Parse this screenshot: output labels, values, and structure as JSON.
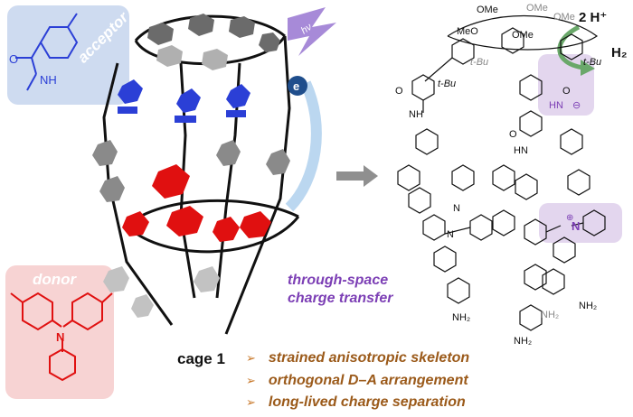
{
  "labels": {
    "acceptor": "acceptor",
    "donor": "donor",
    "cage": "cage 1",
    "hv": "hν",
    "electron": "e",
    "charge_transfer_line1": "through-space",
    "charge_transfer_line2": "charge transfer",
    "protons": "2 H⁺",
    "hydrogen": "H₂"
  },
  "acceptor_structure": {
    "nh": "NH",
    "o": "O"
  },
  "product_structure": {
    "ome_1": "OMe",
    "ome_2": "OMe",
    "ome_3": "OMe",
    "ome_4": "OMe",
    "meo": "MeO",
    "tbu_1": "t-Bu",
    "tbu_2": "t-Bu",
    "tbu_3": "t-Bu",
    "nh_1": "NH",
    "hn_1": "HN",
    "hn_2": "HN",
    "o_1": "O",
    "o_2": "O",
    "n_1": "N",
    "n_2": "N",
    "n_plus": "N",
    "nh2_1": "NH₂",
    "nh2_2": "NH₂",
    "nh2_3": "NH₂",
    "nh2_4": "NH₂"
  },
  "bullets": [
    "strained anisotropic skeleton",
    "orthogonal D–A arrangement",
    "long-lived charge separation"
  ],
  "colors": {
    "acceptor": "#2b3fd6",
    "donor": "#e01010",
    "highlight": "#7c3fb5",
    "bullet_text": "#9b5a1a",
    "arrow_green": "#6aa86a"
  }
}
